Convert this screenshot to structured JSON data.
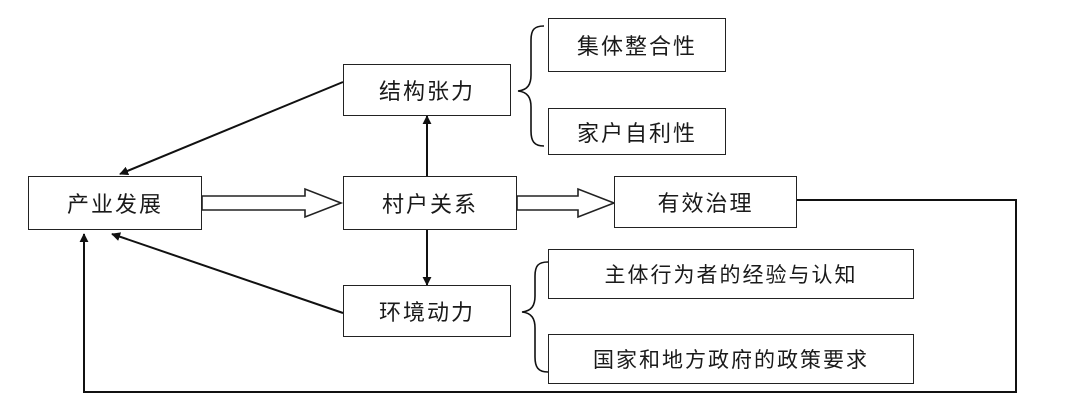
{
  "nodes": {
    "industry_development": "产业发展",
    "structural_tension": "结构张力",
    "village_household_relations": "村户关系",
    "effective_governance": "有效治理",
    "environmental_driving_force": "环境动力",
    "collective_integration": "集体整合性",
    "household_self_interest": "家户自利性",
    "actors_experience_cognition": "主体行为者的经验与认知",
    "government_policy_requirements": "国家和地方政府的政策要求"
  }
}
